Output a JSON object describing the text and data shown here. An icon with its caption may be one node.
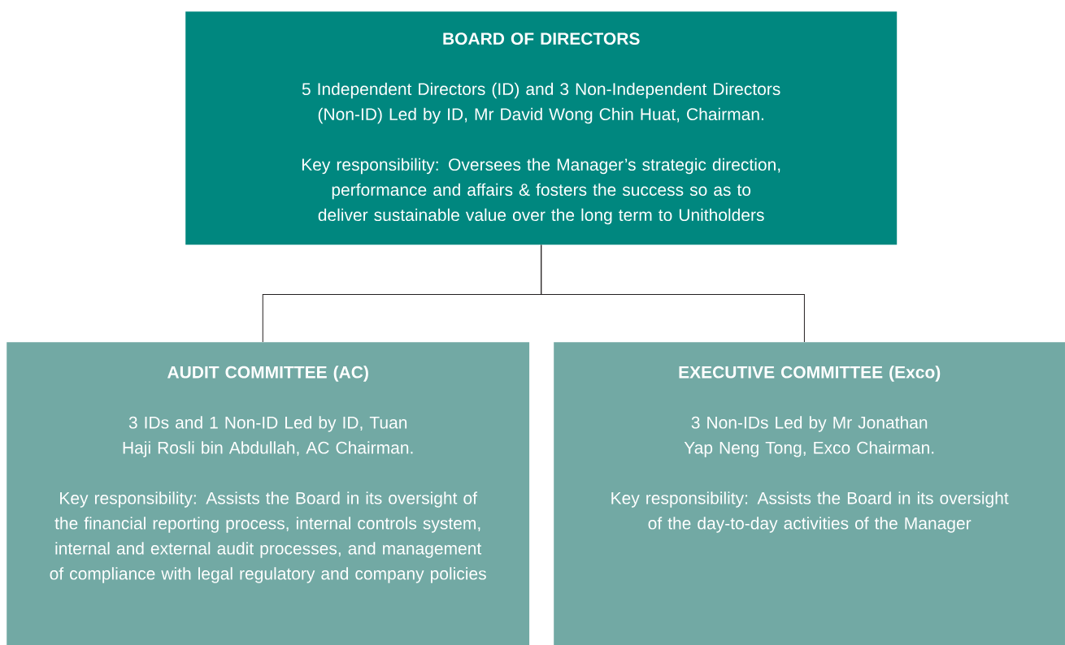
{
  "diagram": {
    "nodes": [
      {
        "text": [
          "BOARD OF DIRECTORS",
          "5 Independent Directors (ID) and 3 Non-Independent Directors (Non-ID) Led by ID, Mr David Wong Chin Huat, Chairman.",
          "Key responsibility: Oversees the Manager’s strategic direction, performance and affairs & fosters the success so as to deliver sustainable value over the long term to Unitholders"
        ]
      },
      {
        "text": [
          "AUDIT COMMITTEE (AC)",
          "3 IDs and 1 Non-ID Led by ID, Tuan Haji Rosli bin Abdullah, AC Chairman.",
          "Key responsibility: Assists the Board in its oversight of the financial reporting process, internal controls system, internal and external audit processes, and management of compliance with legal regulatory and company policies"
        ]
      },
      {
        "text": [
          "EXECUTIVE COMMITTEE (Exco)",
          "3 Non-IDs Led by Mr Jonathan Yap Neng Tong, Exco Chairman.",
          "Key responsibility: Assists the Board in its oversight of the day-to-day activities of the Manager"
        ]
      }
    ],
    "edges": [
      {
        "from": 0,
        "to": 1,
        "arrow": "none"
      },
      {
        "from": 0,
        "to": 2,
        "arrow": "none"
      }
    ]
  }
}
